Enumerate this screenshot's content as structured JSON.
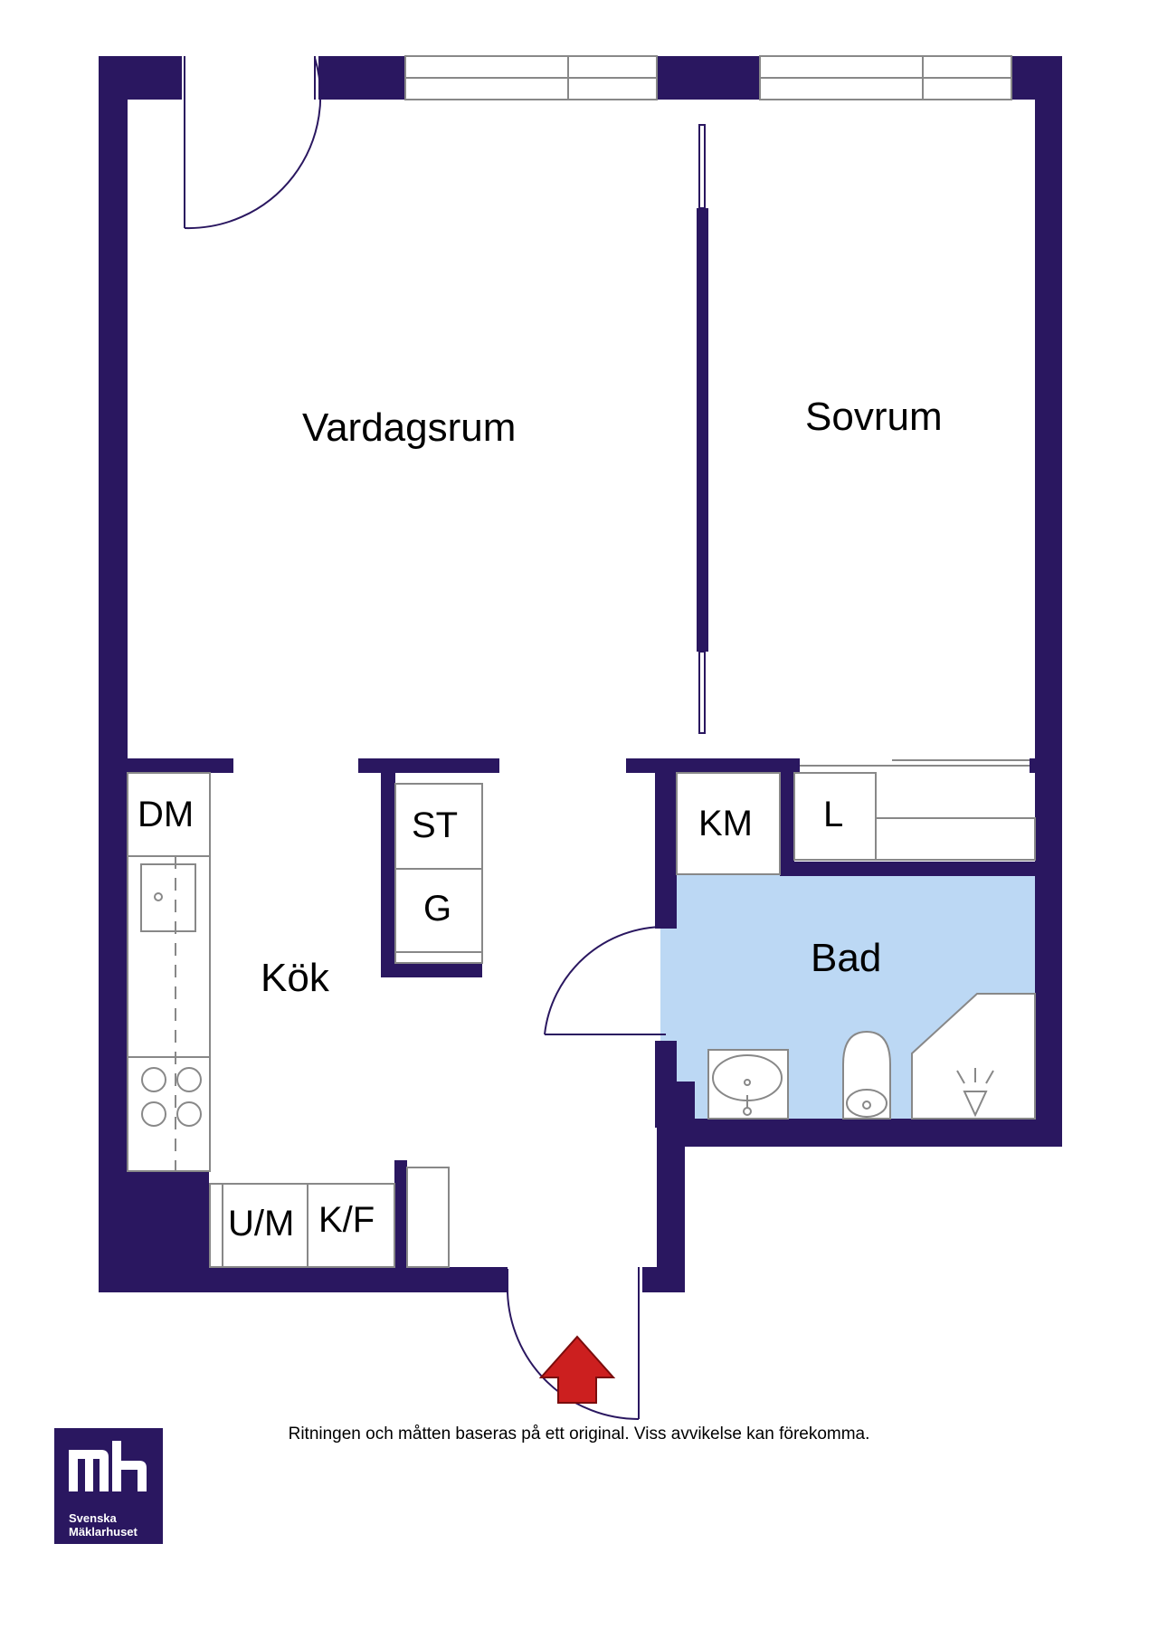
{
  "rooms": {
    "vardagsrum": "Vardagsrum",
    "sovrum": "Sovrum",
    "kok": "Kök",
    "bad": "Bad"
  },
  "fixtures": {
    "dm": "DM",
    "st": "ST",
    "g": "G",
    "km": "KM",
    "l": "L",
    "um": "U/M",
    "kf": "K/F"
  },
  "disclaimer": "Ritningen och måtten baseras på ett original. Viss avvikelse kan förekomma.",
  "logo": {
    "line1": "Svenska",
    "line2": "Mäklarhuset"
  },
  "colors": {
    "wall": "#2a1760",
    "bathroom": "#bcd8f4",
    "entrance_arrow": "#cc1f1f",
    "logo_background": "#2a1760"
  },
  "icons": [
    "entrance-arrow-icon",
    "sink-icon",
    "toilet-icon",
    "shower-icon",
    "stove-icon",
    "window-icon",
    "door-icon"
  ]
}
